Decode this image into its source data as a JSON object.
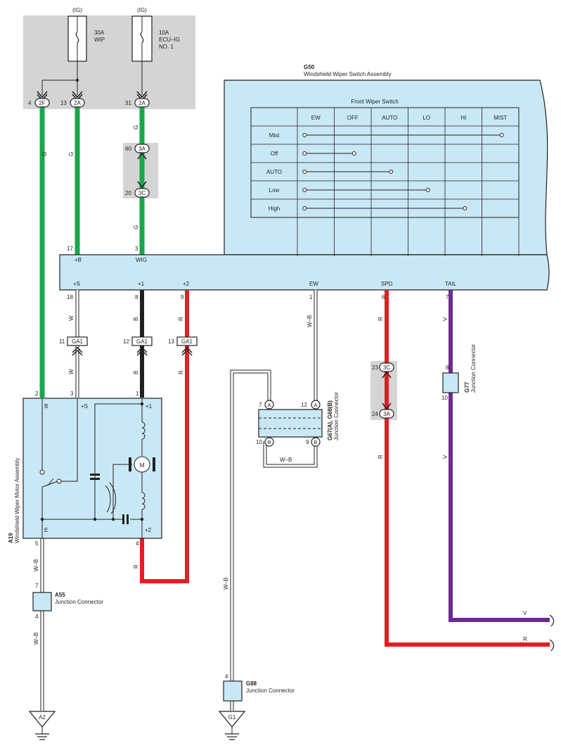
{
  "colors": {
    "wire_green": "#1aa64a",
    "wire_red": "#e31e24",
    "wire_purple": "#6b2c91",
    "wire_black": "#231f20",
    "panel_blue": "#c9e8f6",
    "fuse_box_gray": "#d4d4d4"
  },
  "fuses": [
    {
      "source": "(IG)",
      "rating": "30A",
      "name": "WIP",
      "name2": ""
    },
    {
      "source": "(IG)",
      "rating": "10A",
      "name": "ECU–IG",
      "name2": "NO. 1"
    }
  ],
  "fuse_connectors": [
    {
      "pin": "4",
      "code": "2F"
    },
    {
      "pin": "13",
      "code": "2A"
    },
    {
      "pin": "31",
      "code": "2A"
    }
  ],
  "switch_assembly": {
    "code": "G50",
    "name": "Windshield Wiper Switch Assembly",
    "table_title": "Front Wiper Switch",
    "columns": [
      "EW",
      "OFF",
      "AUTO",
      "LO",
      "HI",
      "MIST"
    ],
    "rows": [
      {
        "label": "Mist",
        "start": 0,
        "end": 5
      },
      {
        "label": "Off",
        "start": 0,
        "end": 1
      },
      {
        "label": "AUTO",
        "start": 0,
        "end": 2
      },
      {
        "label": "Low",
        "start": 0,
        "end": 3
      },
      {
        "label": "High",
        "start": 0,
        "end": 4
      }
    ],
    "top_pins": [
      {
        "pin": "17",
        "term": "+B"
      },
      {
        "pin": "3",
        "term": "WIG"
      }
    ],
    "bottom_pins": [
      {
        "pin": "18",
        "term": "+S"
      },
      {
        "pin": "8",
        "term": "+1"
      },
      {
        "pin": "9",
        "term": "+2"
      },
      {
        "pin": "1",
        "term": "EW"
      },
      {
        "pin": "6",
        "term": "SPD"
      },
      {
        "pin": "7",
        "term": "TAIL"
      }
    ]
  },
  "joint_3a3c": [
    {
      "pin": "60",
      "code": "3A"
    },
    {
      "pin": "20",
      "code": "3C"
    }
  ],
  "joint_3c3a": [
    {
      "pin": "23",
      "code": "3C"
    },
    {
      "pin": "24",
      "code": "3A"
    }
  ],
  "ga1_connectors": [
    {
      "pin": "11",
      "code": "GA1"
    },
    {
      "pin": "12",
      "code": "GA1"
    },
    {
      "pin": "13",
      "code": "GA1"
    }
  ],
  "wire_colors": {
    "g": "G",
    "w": "W",
    "b": "B",
    "r": "R",
    "wb": "W–B",
    "v": "V"
  },
  "motor_assembly": {
    "code": "A19",
    "name": "Windshield Wiper Motor Assembly",
    "pins_top": [
      {
        "pin": "2",
        "term": "B"
      },
      {
        "pin": "3",
        "term": "+S"
      },
      {
        "pin": "1",
        "term": "+1"
      }
    ],
    "pins_bottom": [
      {
        "pin": "5",
        "term": "E"
      },
      {
        "pin": "4",
        "term": "+2"
      }
    ],
    "motor_label": "M"
  },
  "junction_g67": {
    "code": "G67(A), G68(B)",
    "name": "Junction Connector",
    "pins": [
      {
        "pin": "7",
        "letter": "A"
      },
      {
        "pin": "12",
        "letter": "A"
      },
      {
        "pin": "10",
        "letter": "B"
      },
      {
        "pin": "9",
        "letter": "B"
      }
    ]
  },
  "junction_g77": {
    "code": "G77",
    "name": "Junction Connector",
    "pin_top": "8",
    "pin_bottom": "10"
  },
  "junction_a55": {
    "code": "A55",
    "name": "Junction Connector",
    "pin_top": "7",
    "pin_bottom": "4"
  },
  "junction_g88": {
    "code": "G88",
    "name": "Junction Connector",
    "pin_top": "4"
  },
  "grounds": [
    {
      "code": "A2"
    },
    {
      "code": "G1"
    }
  ]
}
